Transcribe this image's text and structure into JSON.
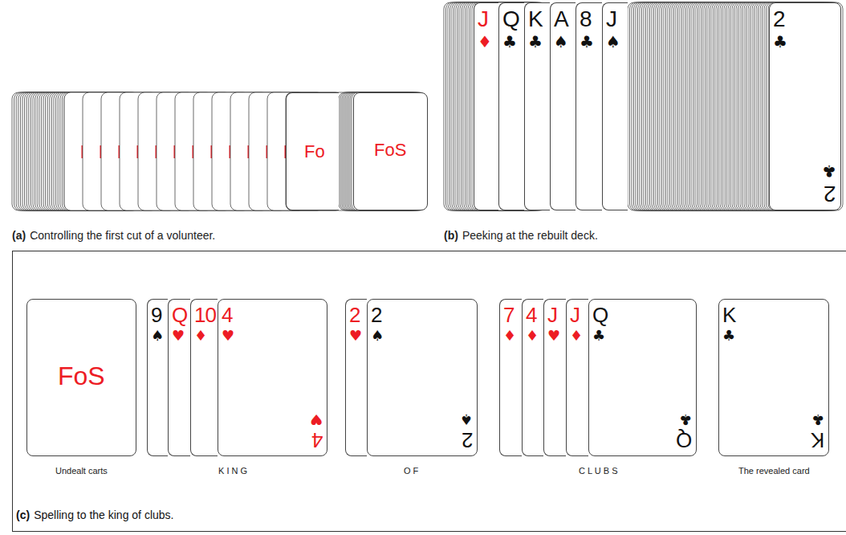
{
  "diagram": {
    "nodes": [
      {
        "text": [
          "Fo"
        ]
      },
      {
        "text": [
          "FoS"
        ]
      },
      {
        "text": [
          "J",
          "♦"
        ]
      },
      {
        "text": [
          "Q",
          "♣"
        ]
      },
      {
        "text": [
          "K",
          "♣"
        ]
      },
      {
        "text": [
          "A",
          "♠"
        ]
      },
      {
        "text": [
          "8",
          "♣"
        ]
      },
      {
        "text": [
          "J",
          "♠"
        ]
      },
      {
        "text": [
          "2",
          "♣",
          "♣",
          "2"
        ]
      },
      {
        "text": [
          "(c)",
          "Spelling to the king of clubs."
        ]
      },
      {
        "text": [
          "FoS"
        ],
        "in": 9
      },
      {
        "text": [
          "9",
          "♠"
        ],
        "in": 9
      },
      {
        "text": [
          "Q",
          "♥"
        ],
        "in": 9
      },
      {
        "text": [
          "10",
          "♦"
        ],
        "in": 9
      },
      {
        "text": [
          "4",
          "♥",
          "♥",
          "4"
        ],
        "in": 9
      },
      {
        "text": [
          "2",
          "♥"
        ],
        "in": 9
      },
      {
        "text": [
          "2",
          "♠",
          "♠",
          "2"
        ],
        "in": 9
      },
      {
        "text": [
          "7",
          "♦"
        ],
        "in": 9
      },
      {
        "text": [
          "4",
          "♦"
        ],
        "in": 9
      },
      {
        "text": [
          "J",
          "♥"
        ],
        "in": 9
      },
      {
        "text": [
          "J",
          "♦"
        ],
        "in": 9
      },
      {
        "text": [
          "Q",
          "♣",
          "♣",
          "Q"
        ],
        "in": 9
      },
      {
        "text": [
          "K",
          "♣",
          "♣",
          "K"
        ],
        "in": 9
      }
    ],
    "labels": [
      "(a)",
      "Controlling the first cut of a volunteer.",
      "(b)",
      "Peeking at the rebuilt deck.",
      "Undealt carts",
      "K I N G",
      "O F",
      "C L U B S",
      "The revealed card"
    ]
  }
}
